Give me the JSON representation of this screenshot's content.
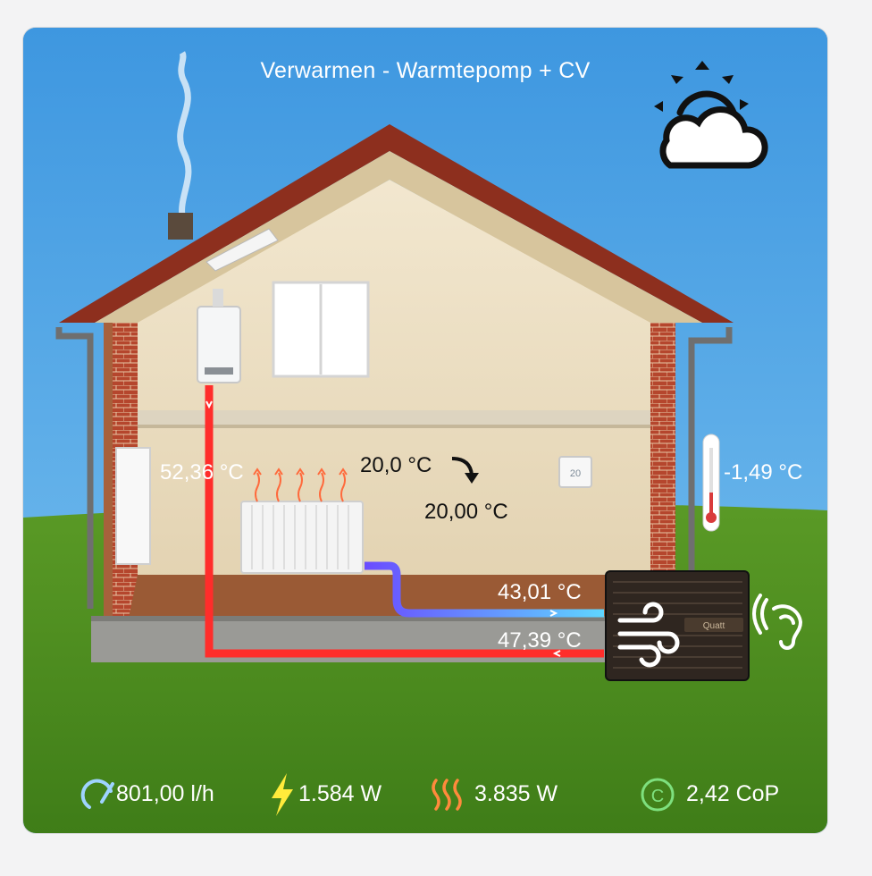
{
  "title": "Verwarmen - Warmtepomp + CV",
  "weather_icon": "partly-cloudy-sun-icon",
  "labels": {
    "boiler_supply_temp": "52,36 °C",
    "room_setpoint": "20,0 °C",
    "room_actual": "20,00 °C",
    "outdoor_temp": "-1,49 °C",
    "return_temp": "43,01 °C",
    "heatpump_supply_temp": "47,39 °C"
  },
  "heatpump_brand": "Quatt",
  "thermostat_display": "20",
  "stats": [
    {
      "name": "flow",
      "icon": "speedometer-icon",
      "value": "801,00 l/h",
      "color": "#9fd3ff"
    },
    {
      "name": "power",
      "icon": "lightning-bolt-icon",
      "value": "1.584 W",
      "color": "#ffeb3b"
    },
    {
      "name": "heat",
      "icon": "heat-waves-icon",
      "value": "3.835 W",
      "color": "#ff9a3c"
    },
    {
      "name": "cop",
      "icon": "copyright-circle-icon",
      "value": "2,42 CoP",
      "color": "#7ee07e"
    }
  ],
  "colors": {
    "sky": "#4aa0e2",
    "grass": "#4f8f1f",
    "hot_pipe": "#ff3a2a",
    "cold_pipe": "#6a5cff"
  }
}
